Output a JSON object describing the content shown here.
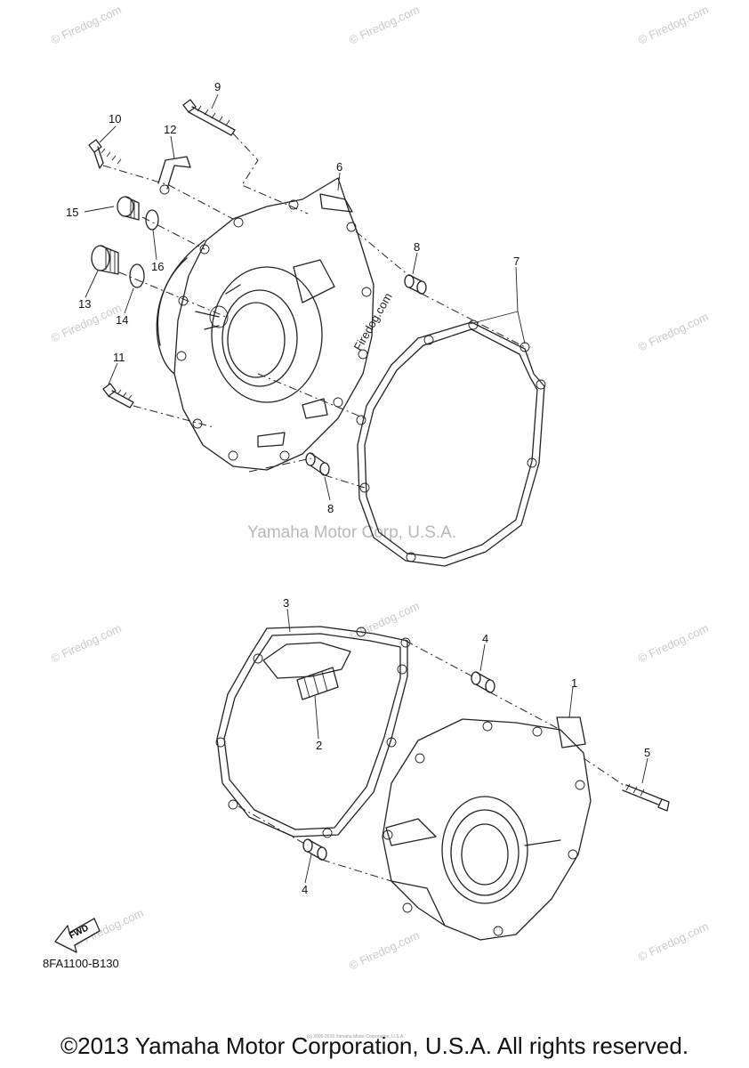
{
  "watermarks": {
    "site": "© Firedog.com",
    "diagonal": "Firedog.com",
    "center": "Yamaha Motor Corp, U.S.A."
  },
  "callouts": [
    "1",
    "2",
    "3",
    "4",
    "4",
    "5",
    "6",
    "7",
    "8",
    "8",
    "9",
    "10",
    "11",
    "12",
    "13",
    "14",
    "15",
    "16"
  ],
  "fwd_label": "FWD",
  "part_code": "8FA1100-B130",
  "copyright": "©2013 Yamaha Motor Corporation, U.S.A. All rights reserved.",
  "tiny_note": "(c) 2005-2015 Yamaha Motor Corporation, U.S.A."
}
